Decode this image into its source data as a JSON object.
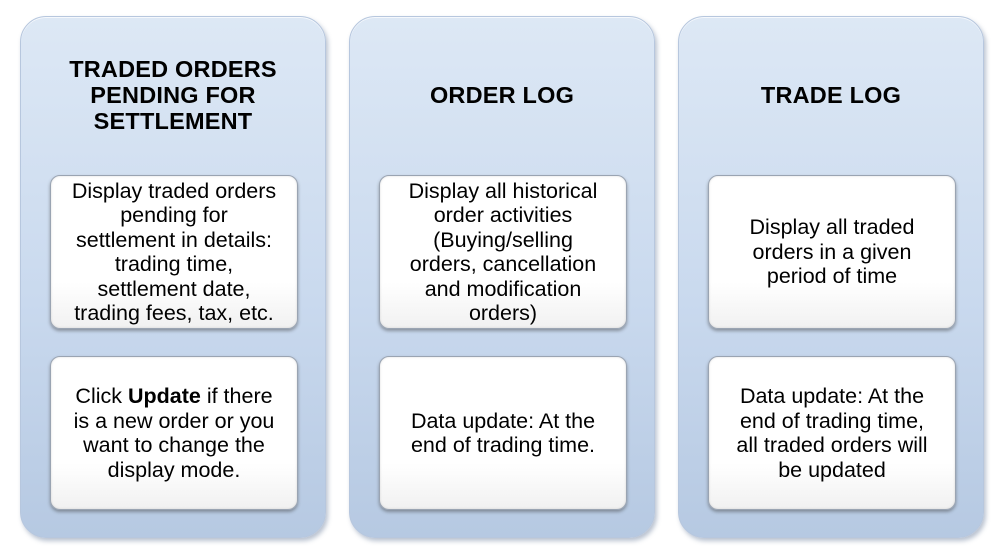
{
  "columns": [
    {
      "title": "TRADED ORDERS\nPENDING FOR\nSETTLEMENT",
      "card1": "Display traded orders\npending for\nsettlement in details:\ntrading time,\nsettlement date,\ntrading fees, tax, etc.",
      "card2": {
        "prefix": "Click ",
        "bold": "Update",
        "suffix": " if there\nis a new order or you\nwant to change the\ndisplay mode."
      }
    },
    {
      "title": "ORDER LOG",
      "card1": "Display all historical\norder activities\n(Buying/selling\norders, cancellation\nand modification\norders)",
      "card2": "Data update: At the\nend of trading time."
    },
    {
      "title": "TRADE LOG",
      "card1": "Display all traded\norders in a given\nperiod of time",
      "card2": "Data update: At the\nend of trading time,\nall traded orders will\nbe updated"
    }
  ]
}
